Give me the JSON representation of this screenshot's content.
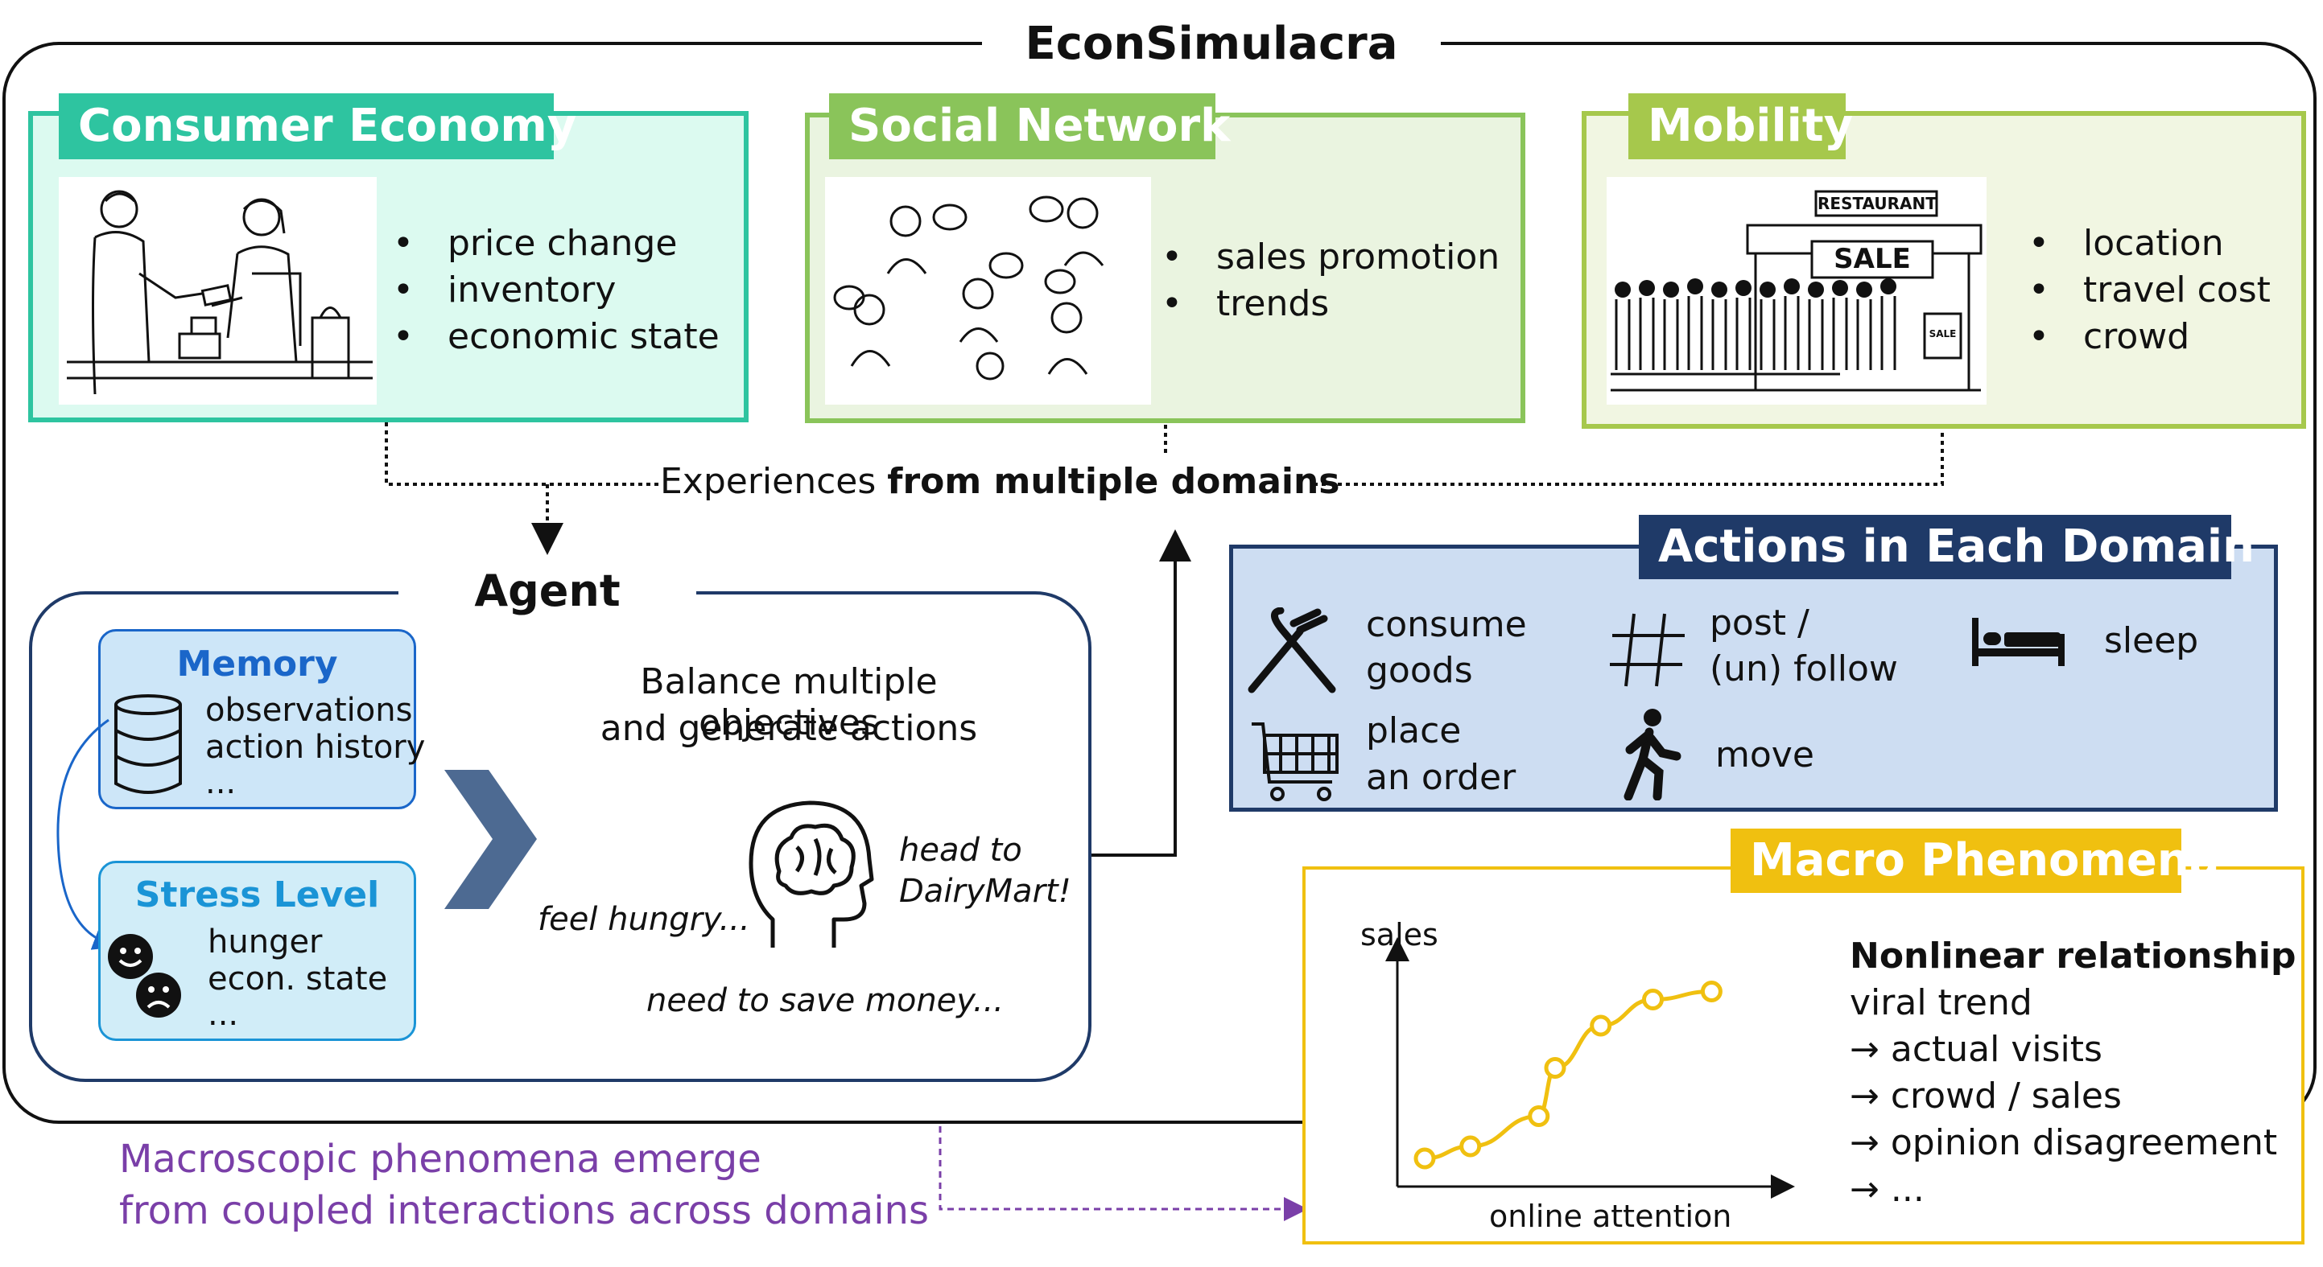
{
  "title": "EconSimulacra",
  "consumer_economy": {
    "title": "Consumer Economy",
    "items": [
      "price change",
      "inventory",
      "economic state"
    ]
  },
  "social_network": {
    "title": "Social Network",
    "items": [
      "sales promotion",
      "trends"
    ]
  },
  "mobility": {
    "title": "Mobility",
    "items": [
      "location",
      "travel cost",
      "crowd"
    ],
    "pic_sign": "RESTAURANT",
    "pic_sale": "SALE",
    "pic_small_sale": "SALE"
  },
  "experiences": {
    "normal": "Experiences ",
    "bold": "from multiple domains"
  },
  "agent": {
    "title": "Agent",
    "memory": {
      "title": "Memory",
      "lines": [
        "observations",
        "action history",
        "..."
      ]
    },
    "stress": {
      "title": "Stress Level",
      "lines": [
        "hunger",
        "econ. state",
        "..."
      ]
    },
    "balance": [
      "Balance multiple objectives",
      "and generate actions"
    ],
    "thought_hungry": "feel hungry...",
    "thought_head": [
      "head to",
      "DairyMart!"
    ],
    "thought_save": "need to save money..."
  },
  "actions": {
    "title": "Actions in Each Domain",
    "consume": [
      "consume",
      "goods"
    ],
    "post": [
      "post /",
      "(un) follow"
    ],
    "sleep": "sleep",
    "order": [
      "place",
      "an order"
    ],
    "move": "move"
  },
  "macro": {
    "title": "Macro Phenomena",
    "heading": "Nonlinear relationship",
    "lines": [
      "viral trend",
      "→ actual visits",
      "→ crowd / sales",
      "→ opinion disagreement",
      "→ ..."
    ]
  },
  "chart_data": {
    "type": "line",
    "xlabel": "online attention",
    "ylabel": "sales",
    "series": [
      {
        "values": [
          [
            0.0,
            0.0
          ],
          [
            0.14,
            0.06
          ],
          [
            0.35,
            0.21
          ],
          [
            0.4,
            0.45
          ],
          [
            0.54,
            0.66
          ],
          [
            0.7,
            0.79
          ],
          [
            0.88,
            0.83
          ]
        ]
      }
    ]
  },
  "emerge": [
    "Macroscopic phenomena emerge",
    "from coupled interactions across domains"
  ],
  "colors": {
    "consumer": "#2ec4a0",
    "consumer_fill": "#dcfaf0",
    "social": "#8ac45a",
    "social_fill": "#eaf4e0",
    "mobility": "#a6c84c",
    "mobility_fill": "#f1f6e2",
    "actions_dark": "#1f3a68",
    "actions_fill": "#cdddf2",
    "macro": "#f0c010",
    "purple": "#7a3fa8",
    "memory_blue": "#1a66c9",
    "stress_blue": "#1a94d6",
    "chevron": "#4d6a92"
  }
}
